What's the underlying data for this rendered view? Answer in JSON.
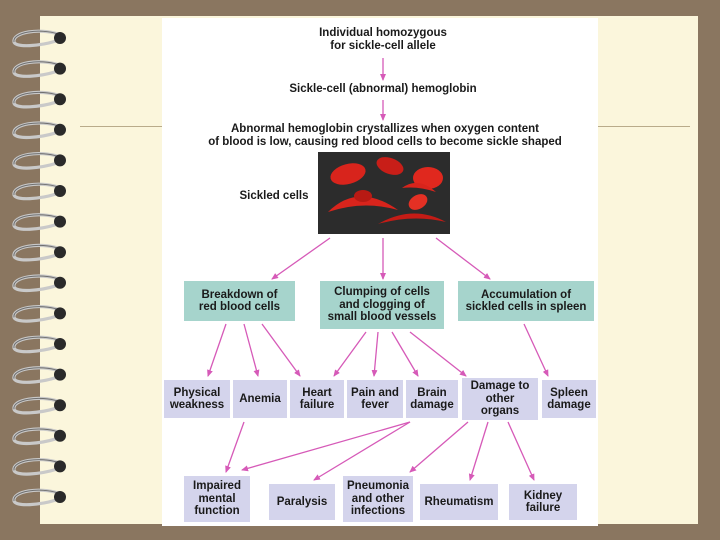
{
  "diagram": {
    "top_title": "Individual homozygous\nfor sickle-cell allele",
    "hemoglobin": "Sickle-cell (abnormal) hemoglobin",
    "crystallizes": "Abnormal hemoglobin crystallizes when oxygen content\nof blood is low, causing red blood cells to become sickle shaped",
    "sickled_label": "Sickled cells",
    "level1": {
      "breakdown": "Breakdown of\nred blood cells",
      "clumping": "Clumping of cells\nand clogging of\nsmall blood vessels",
      "accumulation": "Accumulation of\nsickled cells in spleen"
    },
    "level2": {
      "physical": "Physical\nweakness",
      "anemia": "Anemia",
      "heart": "Heart\nfailure",
      "pain": "Pain and\nfever",
      "brain": "Brain\ndamage",
      "organs": "Damage to\nother\norgans",
      "spleen": "Spleen\ndamage"
    },
    "level3": {
      "impaired": "Impaired\nmental\nfunction",
      "paralysis": "Paralysis",
      "pneumonia": "Pneumonia\nand other\ninfections",
      "rheumatism": "Rheumatism",
      "kidney": "Kidney\nfailure"
    }
  },
  "colors": {
    "arrow": "#d65ab8",
    "teal_box": "#a6d4cc",
    "lavender_box": "#d4d4ec",
    "sickle_cell": "#d8241c"
  }
}
